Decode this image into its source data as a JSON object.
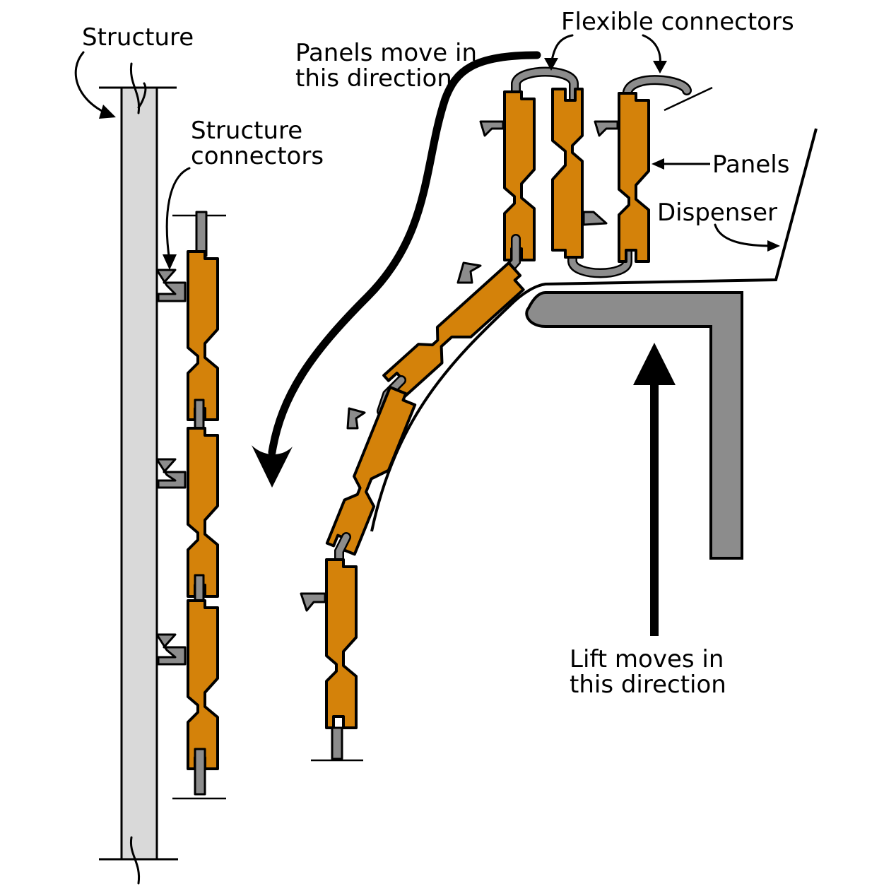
{
  "labels": {
    "structure": "Structure",
    "structure_connectors_1": "Structure",
    "structure_connectors_2": "connectors",
    "panels_move_1": "Panels move in",
    "panels_move_2": "this direction",
    "flexible_connectors": "Flexible connectors",
    "panels": "Panels",
    "dispenser": "Dispenser",
    "lift_moves_1": "Lift moves in",
    "lift_moves_2": "this direction"
  },
  "colors": {
    "panel": "#d4820a",
    "connector": "#8c8c8c",
    "structure": "#d9d9d9",
    "lift": "#8c8c8c"
  }
}
